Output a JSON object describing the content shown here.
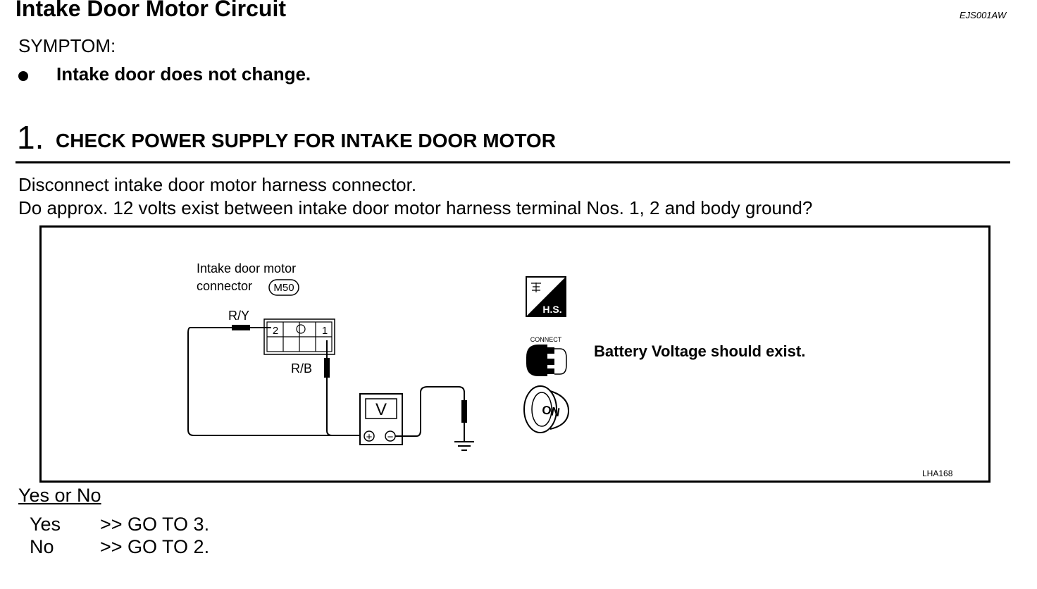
{
  "document": {
    "title": "Intake Door Motor Circuit",
    "doc_id": "EJS001AW"
  },
  "symptom": {
    "label": "SYMPTOM:",
    "items": [
      "Intake door does not change."
    ]
  },
  "step": {
    "number": "1.",
    "title": "CHECK POWER SUPPLY FOR INTAKE DOOR MOTOR",
    "instructions": [
      "Disconnect intake door motor harness connector.",
      "Do approx. 12 volts exist between intake door motor harness terminal Nos. 1, 2 and body ground?"
    ]
  },
  "figure": {
    "connector_label_line1": "Intake door motor",
    "connector_label_line2": "connector",
    "connector_code": "M50",
    "wire_ry": "R/Y",
    "wire_rb": "R/B",
    "pin_2": "2",
    "pin_1": "1",
    "meter_symbol": "V",
    "plus_symbol": "+",
    "minus_symbol": "−",
    "hs_badge": "H.S.",
    "connect_label": "CONNECT",
    "ignition_label": "ON",
    "result_text": "Battery Voltage should exist.",
    "figure_id": "LHA168"
  },
  "answers": {
    "heading": "Yes or No",
    "rows": [
      {
        "label": "Yes",
        "action": ">> GO TO 3."
      },
      {
        "label": "No",
        "action": ">> GO TO 2."
      }
    ]
  }
}
